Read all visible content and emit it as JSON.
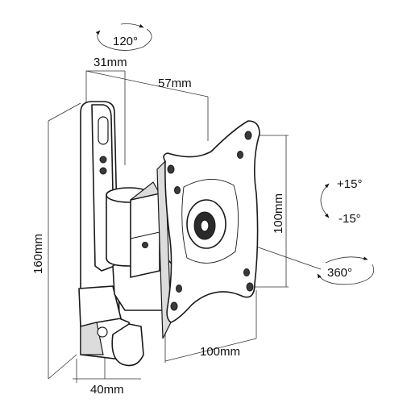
{
  "rotation_labels": {
    "swivel": "120°",
    "tilt_up": "+15°",
    "tilt_down": "-15°",
    "rotate": "360°"
  },
  "dimensions": {
    "depth_min": "31mm",
    "depth_max": "57mm",
    "height": "160mm",
    "base_width": "40mm",
    "vesa_width": "100mm",
    "vesa_height": "100mm"
  }
}
